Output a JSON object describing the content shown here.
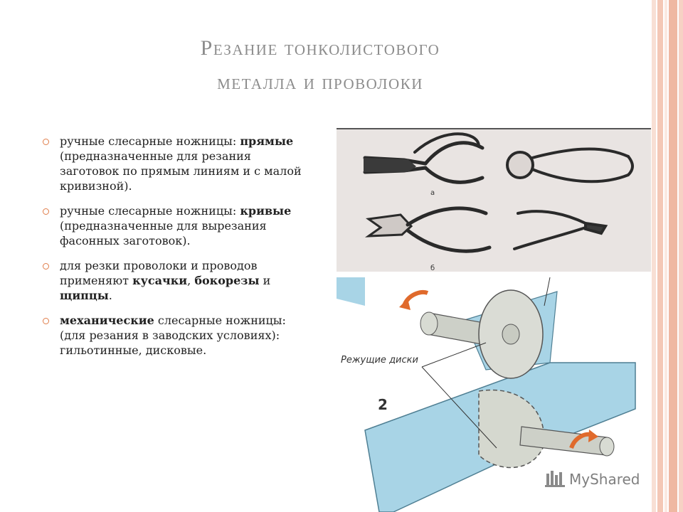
{
  "slide": {
    "title_line1": "Резание тонколистового",
    "title_line2": "металла и проволоки"
  },
  "bullets": [
    {
      "parts": [
        {
          "text": "ручные слесарные ножницы: ",
          "bold": false
        },
        {
          "text": "прямые",
          "bold": true
        },
        {
          "text": " (предназначенные для резания заготовок по прямым линиям и с малой кривизной).",
          "bold": false
        }
      ]
    },
    {
      "parts": [
        {
          "text": " ручные слесарные ножницы: ",
          "bold": false
        },
        {
          "text": "кривые",
          "bold": true
        },
        {
          "text": " (предназначенные для вырезания фасонных заготовок).",
          "bold": false
        }
      ]
    },
    {
      "parts": [
        {
          "text": "для резки проволоки и проводов применяют ",
          "bold": false
        },
        {
          "text": "кусачки",
          "bold": true
        },
        {
          "text": ", ",
          "bold": false
        },
        {
          "text": "бокорезы",
          "bold": true
        },
        {
          "text": " и ",
          "bold": false
        },
        {
          "text": "щипцы",
          "bold": true
        },
        {
          "text": ".",
          "bold": false
        }
      ]
    },
    {
      "parts": [
        {
          "text": "механические",
          "bold": true
        },
        {
          "text": " слесарные ножницы: (для резания в заводских условиях): гильотинные, дисковые.",
          "bold": false
        }
      ]
    }
  ],
  "figure_top": {
    "label_a": "а",
    "label_b": "б"
  },
  "figure_bottom": {
    "label_discs": "Режущие диски",
    "label_number": "2"
  },
  "watermark": {
    "text": "MyShared"
  },
  "colors": {
    "title": "#8c8c8c",
    "bullet": "#e07d4a",
    "stripe_light": "#f6d2c4",
    "stripe_mid": "#eeb09b",
    "metal_sheet": "#a8d4e6",
    "photo_bg": "#e9e4e2"
  }
}
